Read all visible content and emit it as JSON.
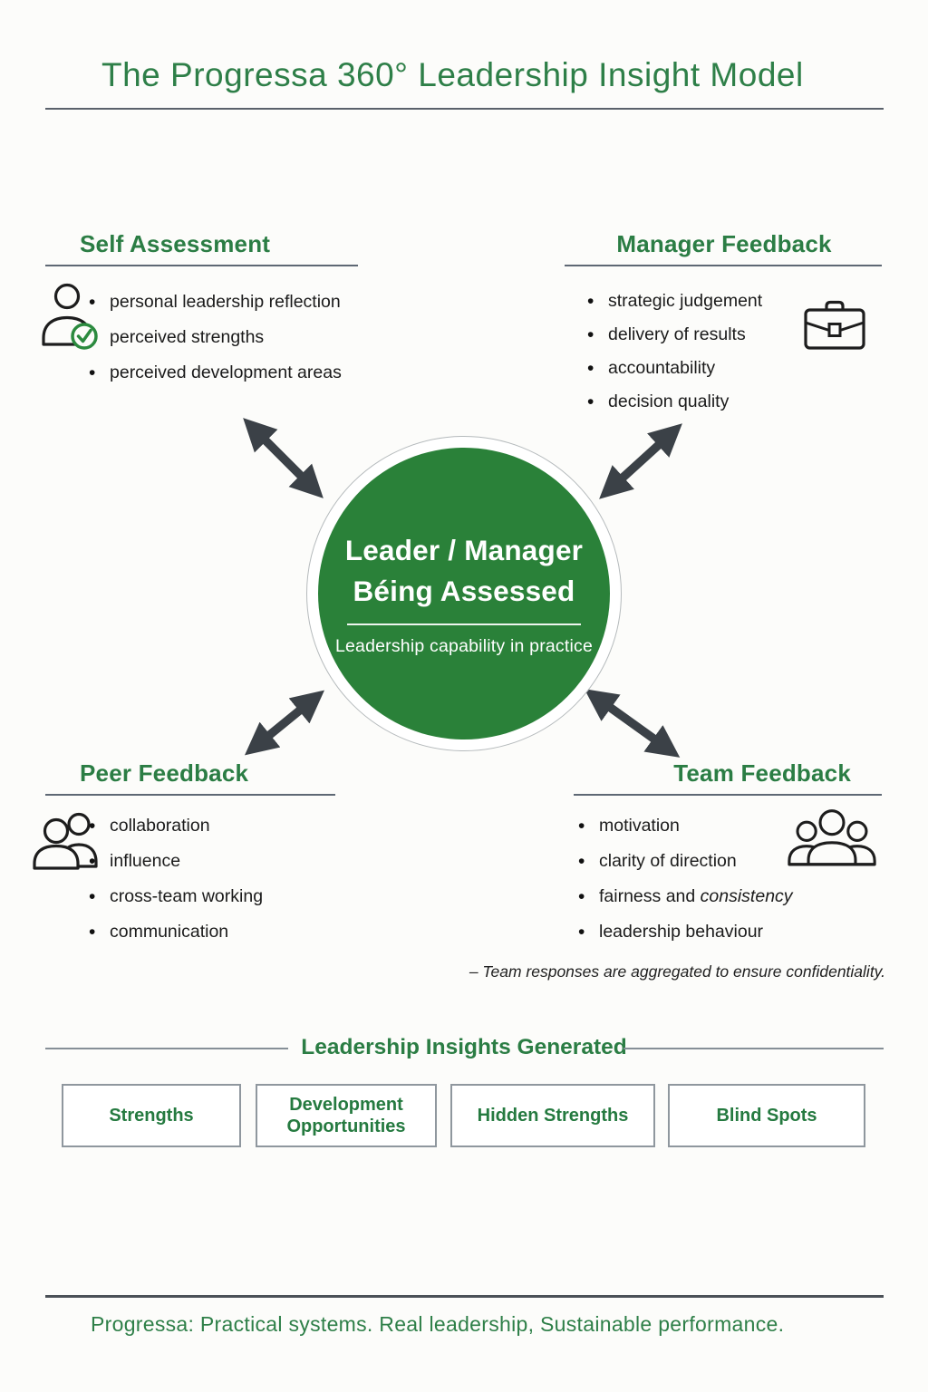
{
  "title": "The Progressa 360° Leadership Insight Model",
  "colors": {
    "heading_green": "#2b7d44",
    "circle_green": "#2a8139",
    "arrow_charcoal": "#3b4147",
    "rule_grey": "#5a616b"
  },
  "center": {
    "title_line1": "Leader / Manager",
    "title_line2": "Béing Assessed",
    "subtitle": "Leadership capability in practice"
  },
  "quadrants": {
    "self_assessment": {
      "heading": "Self Assessment",
      "icon": "person-check-icon",
      "items": [
        "personal leadership reflection",
        "perceived strengths",
        "perceived development areas"
      ]
    },
    "manager_feedback": {
      "heading": "Manager Feedback",
      "icon": "briefcase-icon",
      "items": [
        "strategic judgement",
        "delivery of results",
        "accountability",
        "decision quality"
      ]
    },
    "peer_feedback": {
      "heading": "Peer Feedback",
      "icon": "two-people-icon",
      "items": [
        "collaboration",
        "influence",
        "cross-team working",
        "communication"
      ]
    },
    "team_feedback": {
      "heading": "Team Feedback",
      "icon": "three-people-icon",
      "items": [
        "motivation",
        "clarity of direction",
        "leadership behaviour"
      ],
      "fairness_prefix": "fairness and ",
      "fairness_italic": "consistency",
      "note": "– Team responses are aggregated to ensure confidentiality."
    }
  },
  "insights": {
    "heading": "Leadership Insights Generated",
    "boxes": [
      "Strengths",
      "Development Opportunities",
      "Hidden Strengths",
      "Blind Spots"
    ]
  },
  "footer": "Progressa: Practical systems. Real leadership, Sustainable performance."
}
